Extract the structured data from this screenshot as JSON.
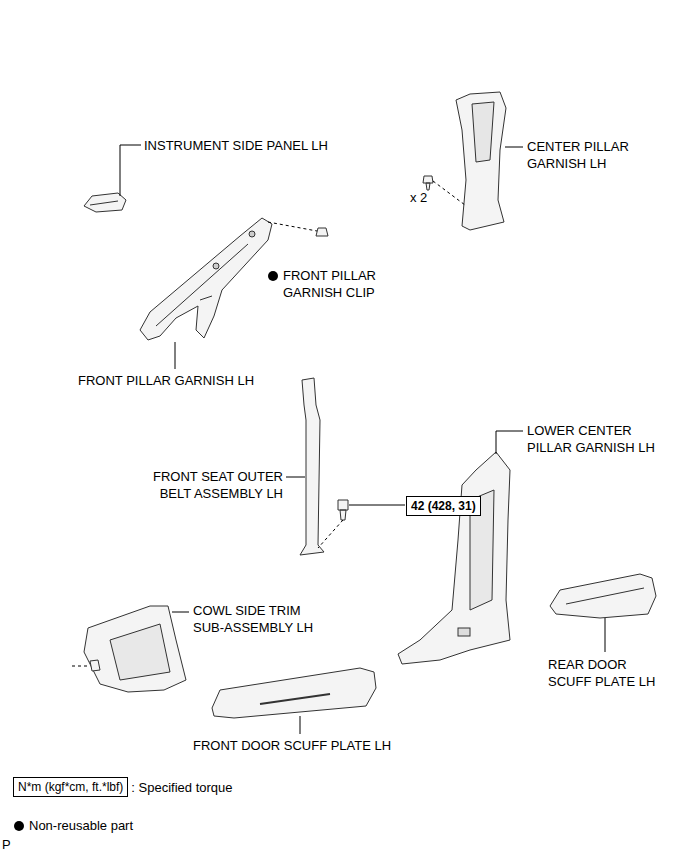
{
  "diagram": {
    "nodes": [
      {
        "text": [
          "42 (428, 31)"
        ]
      },
      {
        "text": [
          "N*m (kgf*cm, ft.*lbf)"
        ]
      }
    ],
    "labels": [
      "INSTRUMENT SIDE PANEL LH",
      "CENTER PILLAR GARNISH LH",
      "x 2",
      "FRONT PILLAR GARNISH CLIP",
      "FRONT PILLAR GARNISH LH",
      "FRONT SEAT OUTER BELT ASSEMBLY LH",
      "LOWER CENTER PILLAR GARNISH LH",
      "REAR DOOR SCUFF PLATE LH",
      "COWL SIDE TRIM SUB-ASSEMBLY LH",
      "FRONT DOOR SCUFF PLATE LH",
      "P"
    ],
    "legend": [
      {
        "text": ": Specified torque"
      },
      {
        "text": "Non-reusable part"
      }
    ]
  }
}
